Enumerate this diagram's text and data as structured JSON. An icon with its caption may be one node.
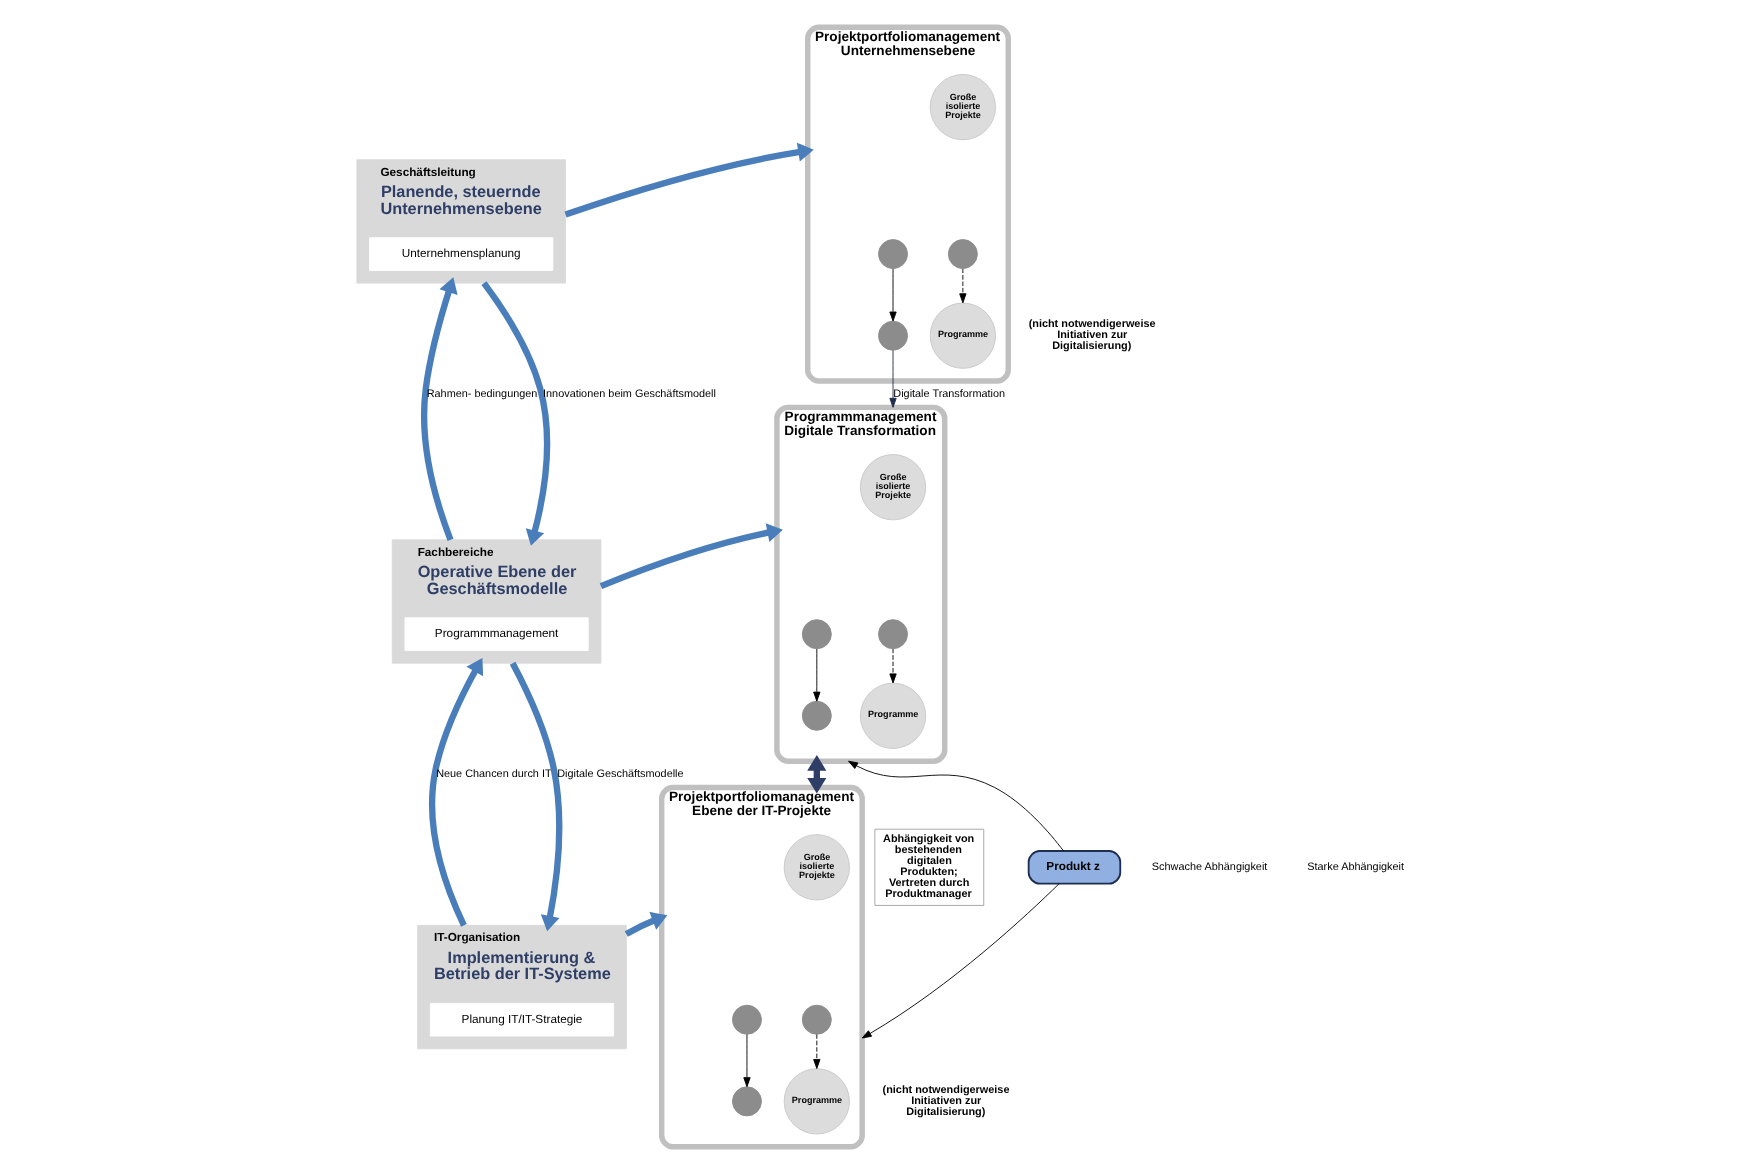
{
  "diagram": {
    "nodes": [
      {
        "text": [
          "Geschäftsleitung",
          "Planende, steuernde Unternehmensebene"
        ]
      },
      {
        "text": [
          "Unternehmensplanung"
        ],
        "in": 0
      },
      {
        "text": [
          "Projektportfoliomanagement Unternehmensebene"
        ],
        "beside": [
          "(nicht notwendigerweise Initiativen zur Digitalisierung)"
        ]
      },
      {
        "text": [
          "Große isolierte Projekte"
        ],
        "in": 2
      },
      {
        "text": [],
        "shape": "circle",
        "in": 2
      },
      {
        "text": [
          "Programme"
        ],
        "in": 2
      },
      {
        "text": [],
        "shape": "circle",
        "in": 2
      },
      {
        "text": [],
        "shape": "circle",
        "in": 2
      },
      {
        "text": [
          "Fachbereiche",
          "Operative Ebene der Geschäftsmodelle"
        ]
      },
      {
        "text": [
          "Programmmanagement"
        ],
        "in": 8
      },
      {
        "text": [
          "Programmmanagement Digitale Transformation"
        ]
      },
      {
        "text": [
          "Große isolierte Projekte"
        ],
        "in": 10
      },
      {
        "text": [],
        "shape": "circle",
        "in": 10
      },
      {
        "text": [
          "Programme"
        ],
        "in": 10
      },
      {
        "text": [],
        "shape": "circle",
        "in": 10
      },
      {
        "text": [],
        "shape": "circle",
        "in": 10
      },
      {
        "text": [
          "IT-Organisation",
          "Implementierung & Betrieb der IT-Systeme"
        ]
      },
      {
        "text": [
          "Planung IT/IT-Strategie"
        ],
        "in": 16
      },
      {
        "text": [
          "Projektportfoliomanagement Ebene der IT-Projekte"
        ],
        "beside": [
          "(nicht notwendigerweise Initiativen zur Digitalisierung)"
        ]
      },
      {
        "text": [
          "Große isolierte Projekte"
        ],
        "in": 18
      },
      {
        "text": [],
        "shape": "circle",
        "in": 18
      },
      {
        "text": [
          "Programme"
        ],
        "in": 18
      },
      {
        "text": [],
        "shape": "circle",
        "in": 18
      },
      {
        "text": [],
        "shape": "circle",
        "in": 18
      },
      {
        "text": [
          "Abhängigkeit von bestehenden digitalen Produkten; Vertreten durch Produktmanager"
        ]
      },
      {
        "text": [
          "Produkt z"
        ]
      }
    ],
    "edges": [
      {
        "from": 0,
        "to": 2,
        "arrow": "to",
        "style": "thick",
        "color": "#4a7ebb"
      },
      {
        "from": 4,
        "to": 5,
        "arrow": "to",
        "style": "dashed",
        "color": "#000000"
      },
      {
        "from": 6,
        "to": 7,
        "arrow": "to",
        "color": "#000000"
      },
      {
        "from": 7,
        "to": 10,
        "arrow": "to",
        "label": "Digitale Transformation",
        "color": "#1f2d50"
      },
      {
        "from": 8,
        "to": 0,
        "arrow": "to",
        "label": "Rahmen- bedingungen",
        "style": "thick",
        "color": "#4a7ebb"
      },
      {
        "from": 0,
        "to": 8,
        "arrow": "to",
        "label": "Innovationen beim Geschäftsmodell",
        "style": "thick",
        "color": "#4a7ebb"
      },
      {
        "from": 8,
        "to": 10,
        "arrow": "to",
        "style": "thick",
        "color": "#4a7ebb"
      },
      {
        "from": 12,
        "to": 13,
        "arrow": "to",
        "style": "dashed",
        "color": "#000000"
      },
      {
        "from": 14,
        "to": 15,
        "arrow": "to",
        "color": "#000000"
      },
      {
        "from": 16,
        "to": 8,
        "arrow": "to",
        "label": "Neue Chancen durch IT",
        "style": "thick",
        "color": "#4a7ebb"
      },
      {
        "from": 8,
        "to": 16,
        "arrow": "to",
        "label": "Digitale Geschäftsmodelle",
        "style": "thick",
        "color": "#4a7ebb"
      },
      {
        "from": 16,
        "to": 18,
        "arrow": "to",
        "style": "thick",
        "color": "#4a7ebb"
      },
      {
        "from": 10,
        "to": 18,
        "arrow": "both",
        "style": "thick",
        "color": "#2e3e66"
      },
      {
        "from": 20,
        "to": 21,
        "arrow": "to",
        "style": "dashed",
        "color": "#000000"
      },
      {
        "from": 22,
        "to": 23,
        "arrow": "to",
        "color": "#000000"
      },
      {
        "from": 25,
        "to": 10,
        "arrow": "to",
        "color": "#000000"
      },
      {
        "from": 25,
        "to": 18,
        "arrow": "to",
        "color": "#000000"
      }
    ],
    "labels": [
      "Schwache Abhängigkeit",
      "Starke Abhängigkeit"
    ]
  }
}
